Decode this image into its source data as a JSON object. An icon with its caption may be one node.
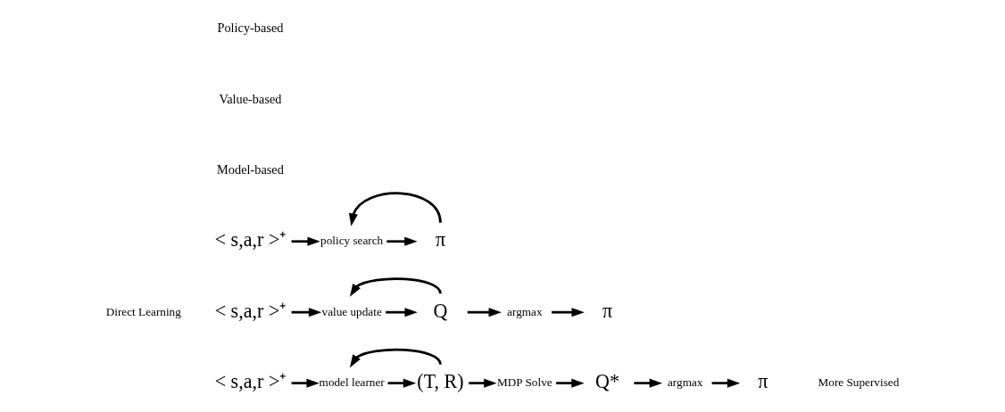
{
  "diagram": {
    "nodes": [
      {
        "text": [
          "< s,a,r >⁺"
        ]
      },
      {
        "text": [
          "model learner"
        ]
      },
      {
        "text": [
          "(T, R)"
        ]
      },
      {
        "text": [
          "MDP Solve"
        ]
      },
      {
        "text": [
          "Q*"
        ]
      },
      {
        "text": [
          "argmax"
        ]
      },
      {
        "text": [
          "π"
        ]
      },
      {
        "text": [
          "< s,a,r >⁺"
        ]
      },
      {
        "text": [
          "value update"
        ]
      },
      {
        "text": [
          "Q"
        ]
      },
      {
        "text": [
          "argmax"
        ]
      },
      {
        "text": [
          "π"
        ]
      },
      {
        "text": [
          "< s,a,r >⁺"
        ]
      },
      {
        "text": [
          "policy search"
        ]
      },
      {
        "text": [
          "π"
        ]
      }
    ],
    "edges": [
      {
        "from": 0,
        "to": 1,
        "arrow": "to"
      },
      {
        "from": 1,
        "to": 2,
        "arrow": "to"
      },
      {
        "from": 2,
        "to": 3,
        "arrow": "to"
      },
      {
        "from": 3,
        "to": 4,
        "arrow": "to"
      },
      {
        "from": 4,
        "to": 5,
        "arrow": "to"
      },
      {
        "from": 5,
        "to": 6,
        "arrow": "to"
      },
      {
        "from": 2,
        "to": 1,
        "arrow": "to"
      },
      {
        "from": 7,
        "to": 8,
        "arrow": "to"
      },
      {
        "from": 8,
        "to": 9,
        "arrow": "to"
      },
      {
        "from": 9,
        "to": 10,
        "arrow": "to"
      },
      {
        "from": 10,
        "to": 11,
        "arrow": "to"
      },
      {
        "from": 9,
        "to": 8,
        "arrow": "to"
      },
      {
        "from": 12,
        "to": 13,
        "arrow": "to"
      },
      {
        "from": 13,
        "to": 14,
        "arrow": "to"
      },
      {
        "from": 14,
        "to": 13,
        "arrow": "to"
      }
    ],
    "labels": [
      "Model-based",
      "Value-based",
      "Policy-based",
      "Direct Learning",
      "More Supervised"
    ]
  }
}
